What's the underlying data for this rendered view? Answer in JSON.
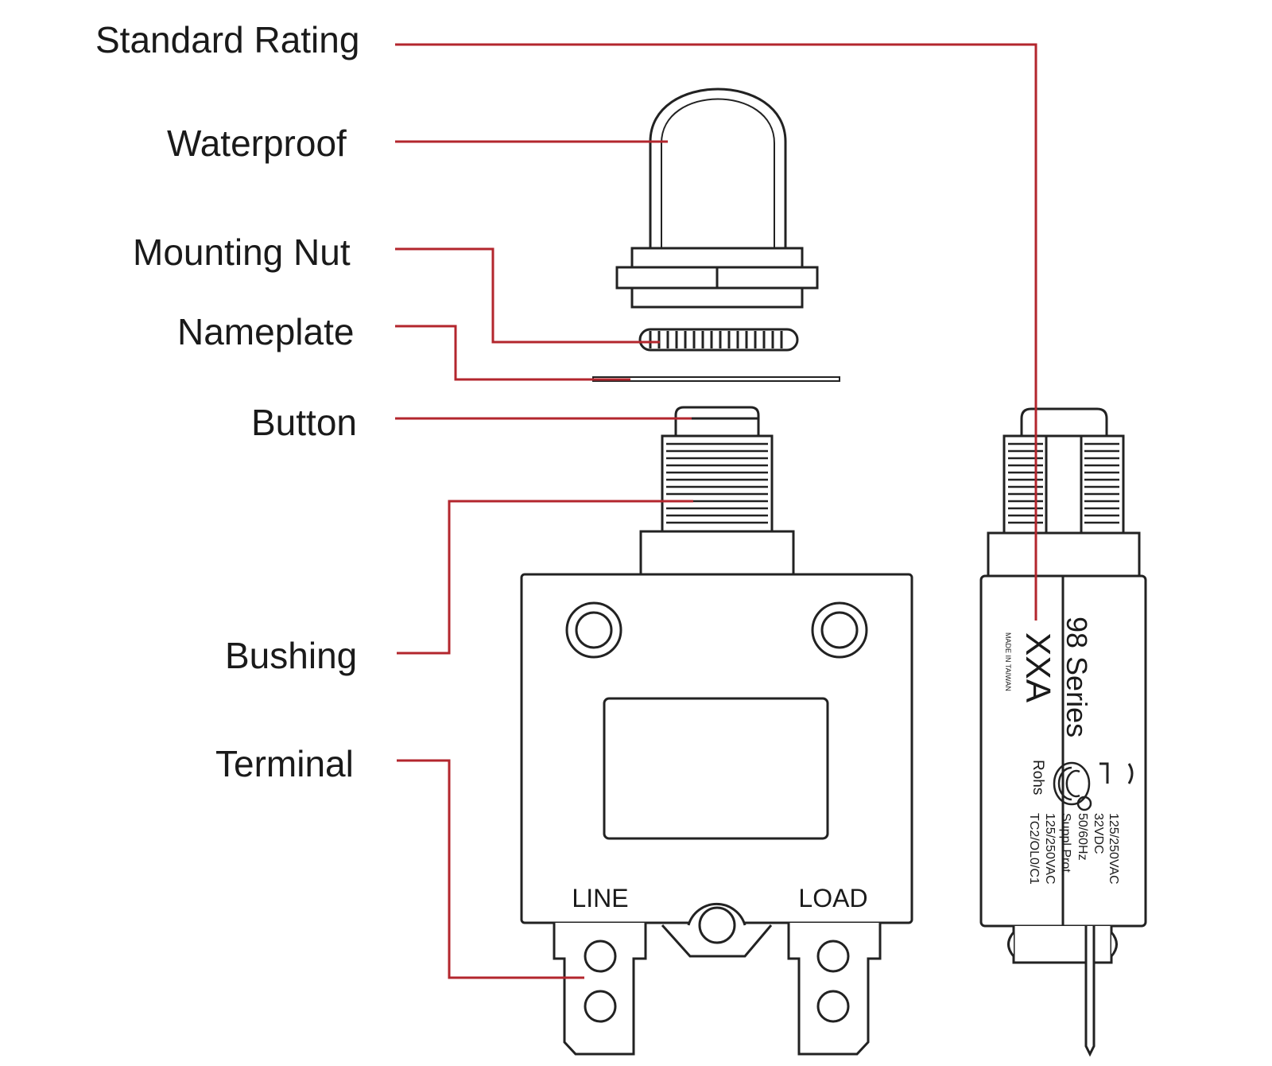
{
  "labels": {
    "standard_rating": "Standard Rating",
    "waterproof": "Waterproof",
    "mounting_nut": "Mounting Nut",
    "nameplate": "Nameplate",
    "button": "Button",
    "bushing": "Bushing",
    "terminal": "Terminal"
  },
  "front_view": {
    "line_label": "LINE",
    "load_label": "LOAD"
  },
  "side_view": {
    "series": "98 Series",
    "rating_code": "XXA",
    "made_in": "MADE IN TAIWAN",
    "rohs": "Rohs",
    "spec_1": "125/250VAC",
    "spec_2": "32VDC",
    "spec_3": "50/60Hz",
    "spec_4": "Suppl.Prot.",
    "spec_5": "125/250VAC",
    "spec_6": "TC2/OL0/C1"
  },
  "colors": {
    "leader": "#b3262d",
    "outline": "#222222",
    "text": "#1a1a1a",
    "background": "#ffffff"
  }
}
